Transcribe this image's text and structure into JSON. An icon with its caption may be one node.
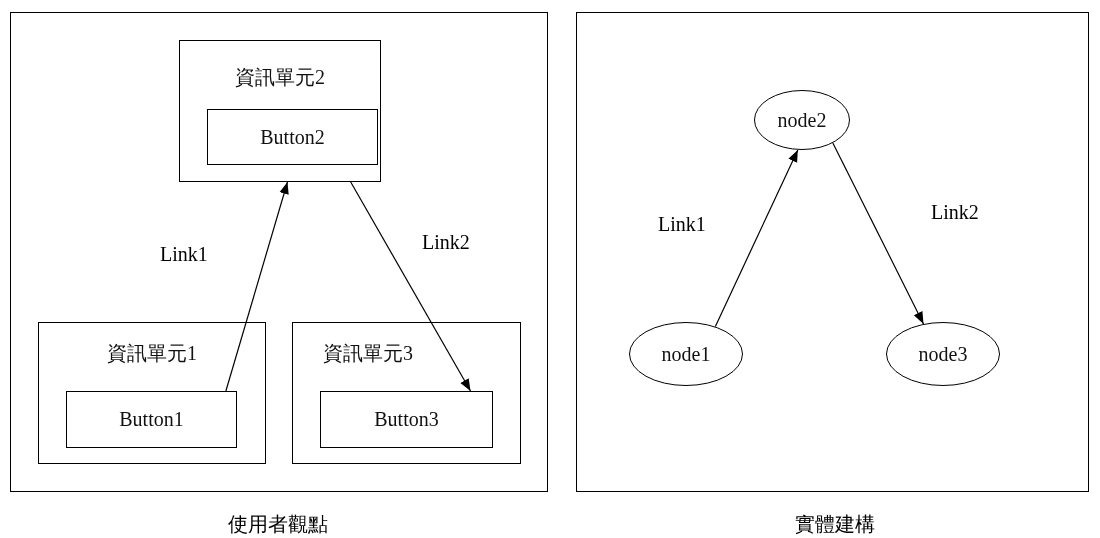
{
  "diagram": {
    "nodes": [
      {
        "text": [],
        "shape": "box",
        "beside": [
          "使用者觀點"
        ]
      },
      {
        "text": [
          "資訊單元2"
        ],
        "in": 0
      },
      {
        "text": [
          "Button2"
        ],
        "in": 1
      },
      {
        "text": [
          "資訊單元1"
        ],
        "in": 0
      },
      {
        "text": [
          "Button1"
        ],
        "in": 3
      },
      {
        "text": [
          "資訊單元3"
        ],
        "in": 0
      },
      {
        "text": [
          "Button3"
        ],
        "in": 5
      },
      {
        "text": [],
        "shape": "box",
        "beside": [
          "實體建構"
        ]
      },
      {
        "text": [
          "node2"
        ],
        "in": 7
      },
      {
        "text": [
          "node1"
        ],
        "in": 7
      },
      {
        "text": [
          "node3"
        ],
        "in": 7
      }
    ],
    "edges": [
      {
        "from": 4,
        "to": 1,
        "arrow": "to",
        "label": "Link1"
      },
      {
        "from": 1,
        "to": 6,
        "arrow": "to",
        "label": "Link2"
      },
      {
        "from": 9,
        "to": 8,
        "arrow": "to",
        "label": "Link1"
      },
      {
        "from": 8,
        "to": 10,
        "arrow": "to",
        "label": "Link2"
      }
    ]
  }
}
